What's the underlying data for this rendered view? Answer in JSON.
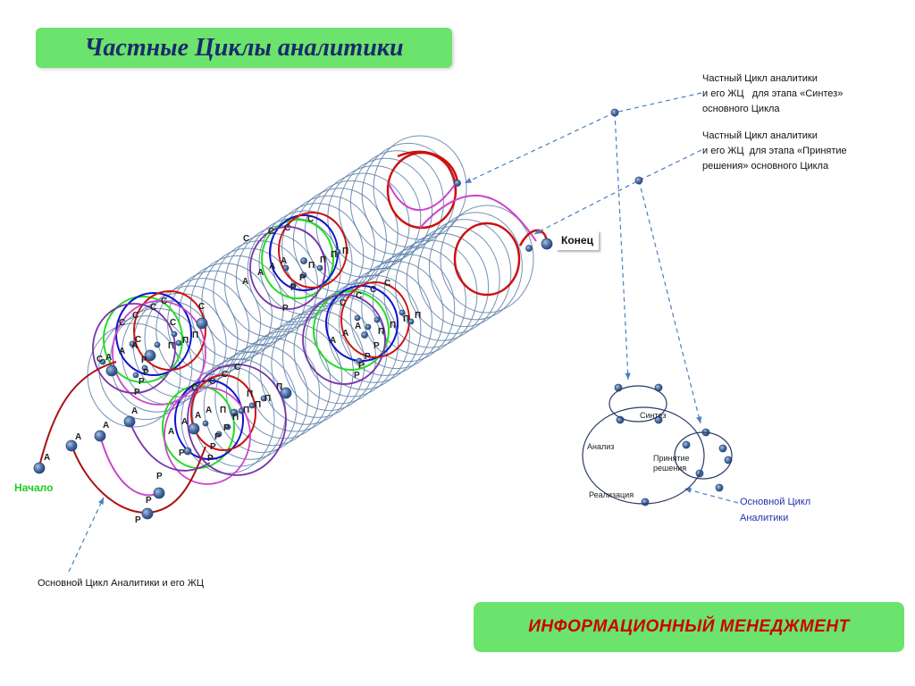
{
  "title": "Частные Циклы аналитики",
  "note_synthesis": "Частный Цикл аналитики\nи его ЖЦ   для этапа «Синтез»\nосновного Цикла",
  "note_decision": "Частный Цикл аналитики\nи его ЖЦ  для этапа «Принятие\nрешения» основного Цикла",
  "start_label": "Начало",
  "end_label": "Конец",
  "bottom_note": "Основной Цикл Аналитики и его ЖЦ",
  "main_cycle_note": "Основной Цикл\nАналитики",
  "brand": "ИНФОРМАЦИОННЫЙ  МЕНЕДЖМЕНТ",
  "small_diagram": {
    "synthesis": "Синтез",
    "analysis": "Анализ",
    "decision": "Принятие\nрешения",
    "realization": "Реализация"
  },
  "letters": {
    "A": "А",
    "S": "С",
    "P": "П",
    "R": "Р"
  },
  "colors": {
    "spiral": "#5a7ea6",
    "red": "#cc1111",
    "magenta": "#cc44cc",
    "green": "#22dd22",
    "blue": "#1111cc",
    "purple": "#7733aa",
    "darkred": "#aa1111",
    "node": "#4a6fa5",
    "arrow": "#4a7fc0"
  }
}
